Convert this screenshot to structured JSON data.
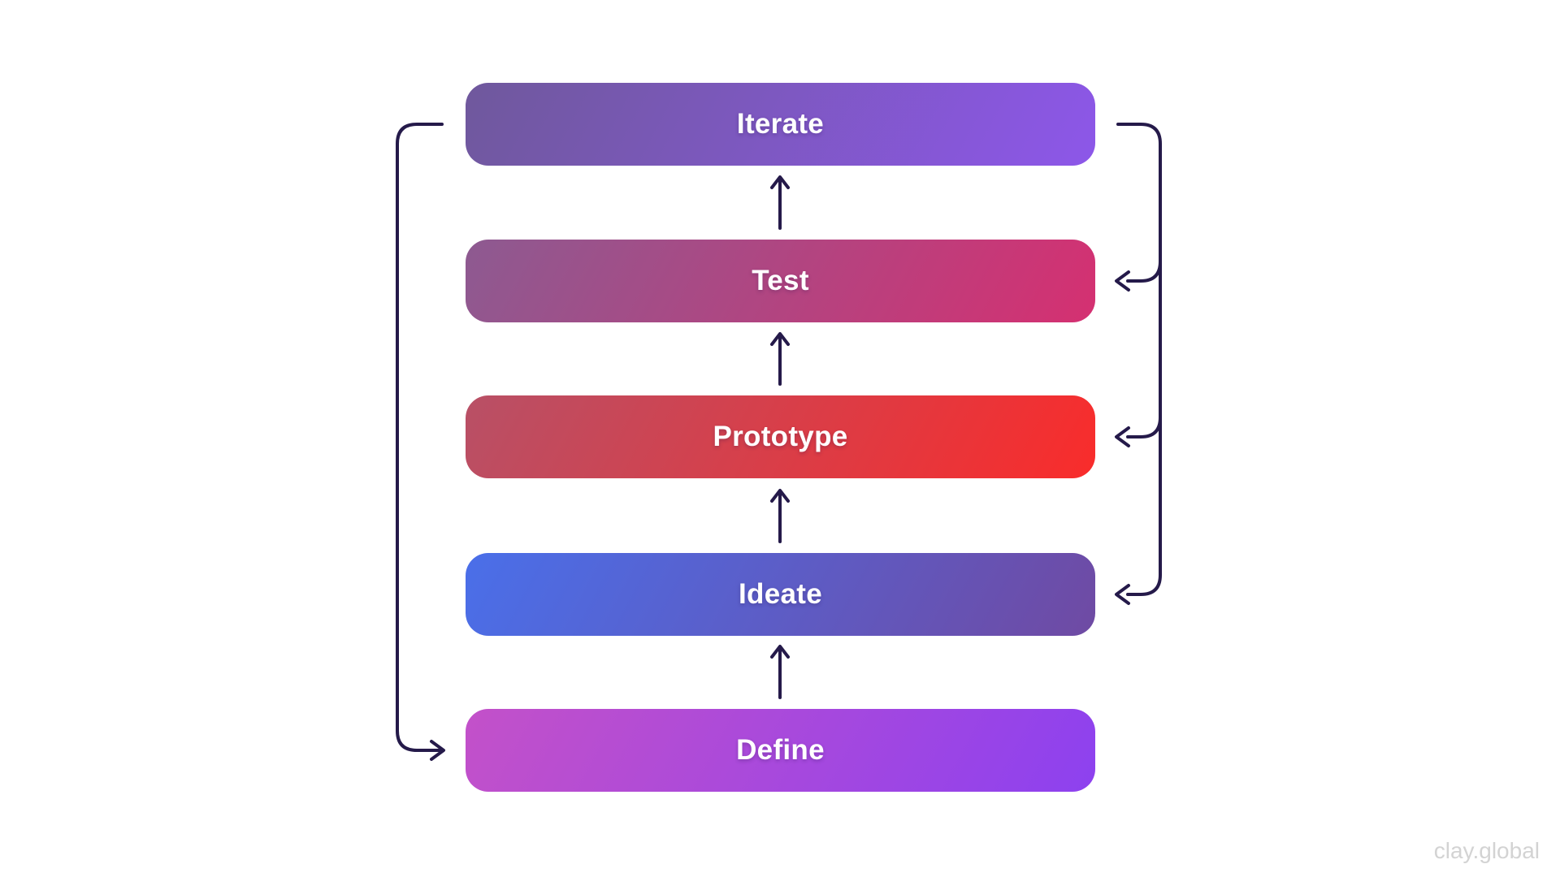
{
  "steps": [
    {
      "id": "iterate",
      "label": "Iterate",
      "gradient_from": "#6f589c",
      "gradient_to": "#8d57e9"
    },
    {
      "id": "test",
      "label": "Test",
      "gradient_from": "#8d5a91",
      "gradient_to": "#d53071"
    },
    {
      "id": "prototype",
      "label": "Prototype",
      "gradient_from": "#b85066",
      "gradient_to": "#f92c2b"
    },
    {
      "id": "ideate",
      "label": "Ideate",
      "gradient_from": "#4a6fe9",
      "gradient_to": "#6f4aa3"
    },
    {
      "id": "define",
      "label": "Define",
      "gradient_from": "#c351c9",
      "gradient_to": "#8d41ef"
    }
  ],
  "connections": [
    {
      "from": "Define",
      "to": "Ideate",
      "type": "up-arrow"
    },
    {
      "from": "Ideate",
      "to": "Prototype",
      "type": "up-arrow"
    },
    {
      "from": "Prototype",
      "to": "Test",
      "type": "up-arrow"
    },
    {
      "from": "Test",
      "to": "Iterate",
      "type": "up-arrow"
    },
    {
      "from": "Iterate",
      "to": "Define",
      "type": "loop-back-left"
    },
    {
      "from": "Iterate",
      "to": "Test",
      "type": "branch-right"
    },
    {
      "from": "Iterate",
      "to": "Prototype",
      "type": "branch-right"
    },
    {
      "from": "Iterate",
      "to": "Ideate",
      "type": "branch-right"
    }
  ],
  "colors": {
    "background": "#ffffff",
    "line": "#251a4a",
    "step_text": "#ffffff",
    "watermark": "#d3d3d3"
  },
  "watermark": {
    "label": "clay.global"
  }
}
